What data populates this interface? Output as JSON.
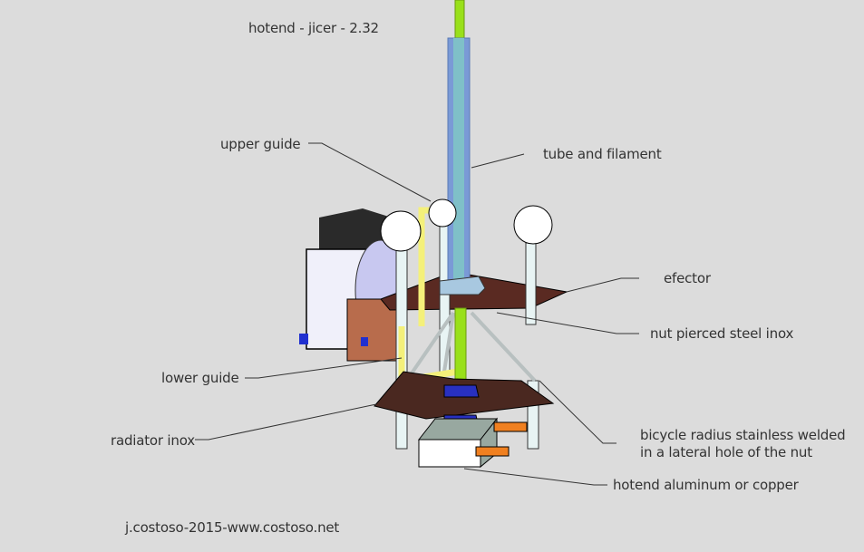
{
  "title": "hotend - jicer - 2.32",
  "credit": "j.costoso-2015-www.costoso.net",
  "labels": {
    "tube": "tube and filament",
    "upper_guide": "upper guide",
    "efector": "efector",
    "nut": "nut pierced steel inox",
    "lower_guide": "lower guide",
    "radiator": "radiator inox",
    "bicycle_line1": "bicycle radius  stainless welded",
    "bicycle_line2": "in a lateral hole of the nut",
    "hotend": "hotend aluminum or copper"
  },
  "colors": {
    "background": "#dcdcdc",
    "filament": "#99e01a",
    "tube": "#7a9ad6",
    "tube_inner": "#7fc0c8",
    "guide": "#f4f07a",
    "plate": "#5a2a22",
    "nut_top": "#a8c8e0",
    "nut_bottom": "#2830c0",
    "heater": "#f08020",
    "fan": "#c8c8f0"
  }
}
